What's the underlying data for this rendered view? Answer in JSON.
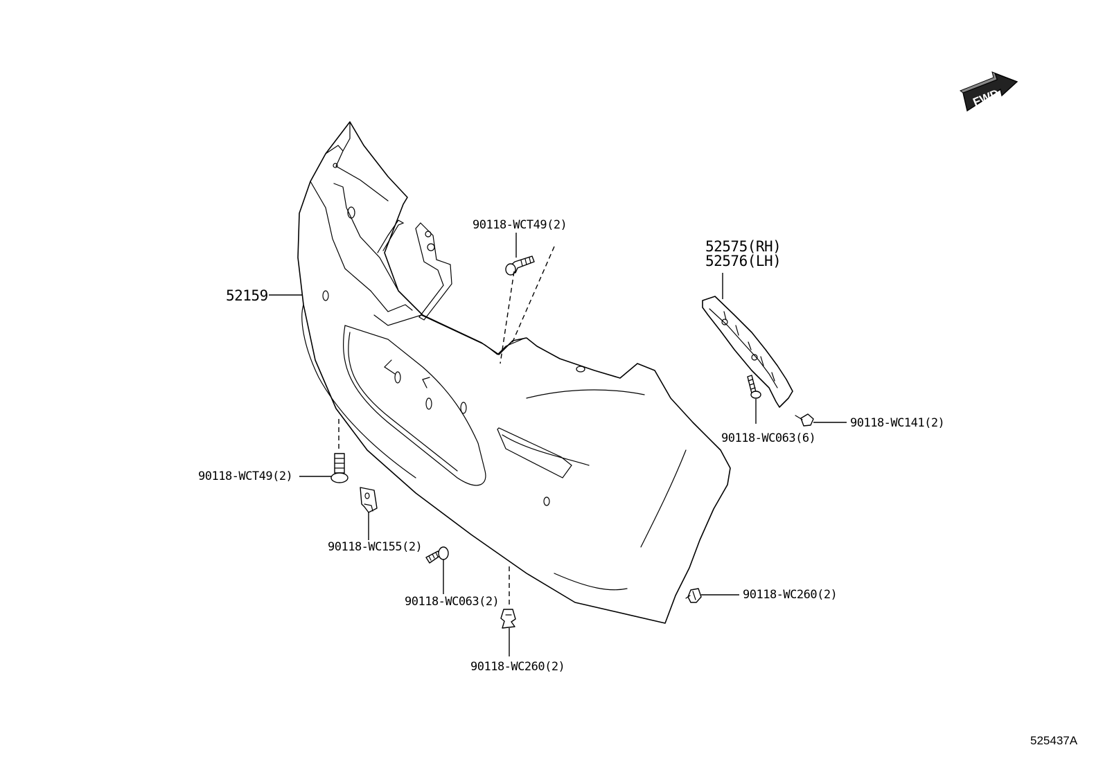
{
  "fwd_indicator": {
    "label": "FWD"
  },
  "diagram_code": "525437A",
  "parts": {
    "bumper_cover": {
      "number": "52159"
    },
    "side_retainer": {
      "number_rh": "52575(RH)",
      "number_lh": "52576(LH)"
    }
  },
  "callouts": {
    "bolt_top": "90118-WCT49(2)",
    "bolt_left": "90118-WCT49(2)",
    "clip_nut": "90118-WC155(2)",
    "screw_lower": "90118-WC063(2)",
    "clip_bottom": "90118-WC260(2)",
    "clip_right": "90118-WC260(2)",
    "screw_retainer": "90118-WC063(6)",
    "clip_retainer": "90118-WC141(2)"
  }
}
